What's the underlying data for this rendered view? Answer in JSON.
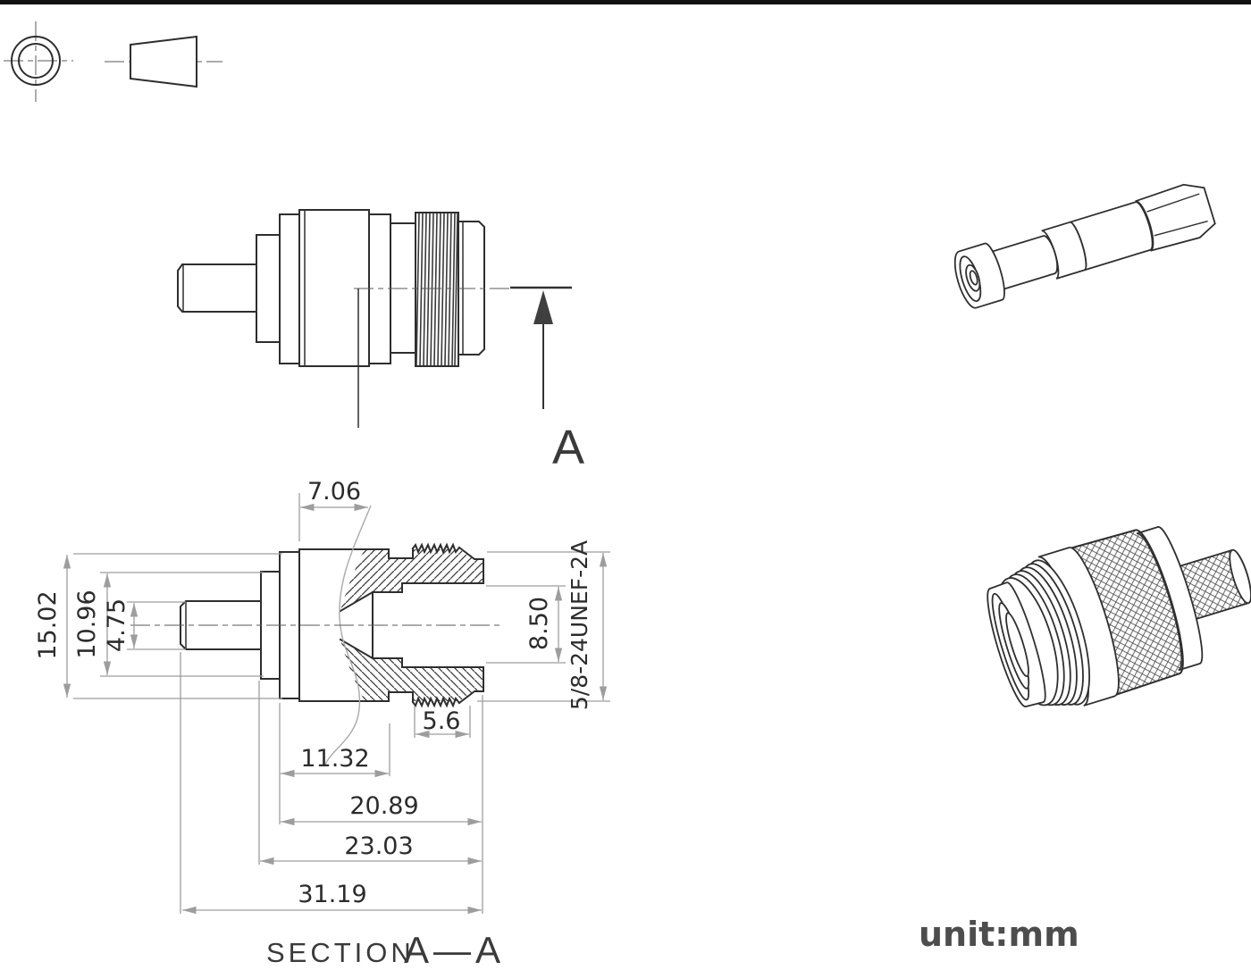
{
  "drawing": {
    "unit_label": "unit:mm",
    "section_title": {
      "word": "SECTION",
      "cut": "A—A"
    },
    "cut_arrow_label": "A",
    "dims": {
      "body_front_len": "7.06",
      "flange_od": "15.02",
      "mid_od": "10.96",
      "pin_od": "4.75",
      "bore_id": "8.50",
      "thread_spec": "5/8-24UNEF-2A",
      "thread_len": "5.6",
      "len_inner": "11.32",
      "len_body": "20.89",
      "len_mid": "23.03",
      "len_overall": "31.19"
    },
    "colors": {
      "object_line": "#2e2e2e",
      "dimension_line": "#9d9d9d",
      "dimension_text": "#2c2c2c",
      "unit_text": "#4d4d4d",
      "background": "#ffffff",
      "top_border": "#111111"
    }
  }
}
